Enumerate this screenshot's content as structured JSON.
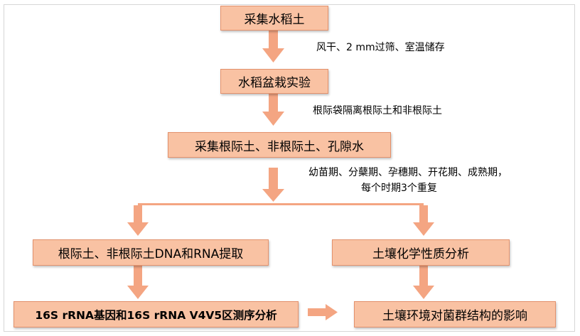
{
  "steps": {
    "collect_soil": "采集水稻土",
    "pot_experiment": "水稻盆栽实验",
    "collect_samples": "采集根际土、非根际土、孔隙水",
    "dna_rna": "根际土、非根际土DNA和RNA提取",
    "soil_chem": "土壤化学性质分析",
    "sequencing": "16S rRNA基因和16S rRNA V4V5区测序分析",
    "effect": "土壤环境对菌群结构的影响"
  },
  "notes": {
    "drying": "风干、2 mm过筛、室温储存",
    "isolation": "根际袋隔离根际土和非根际土",
    "stages_line1": "幼苗期、分蘖期、孕穗期、开花期、成熟期，",
    "stages_line2": "每个时期3个重复"
  },
  "colors": {
    "box_fill": "#f9c2a3",
    "box_border": "#e3916c",
    "arrow": "#f4a582"
  }
}
